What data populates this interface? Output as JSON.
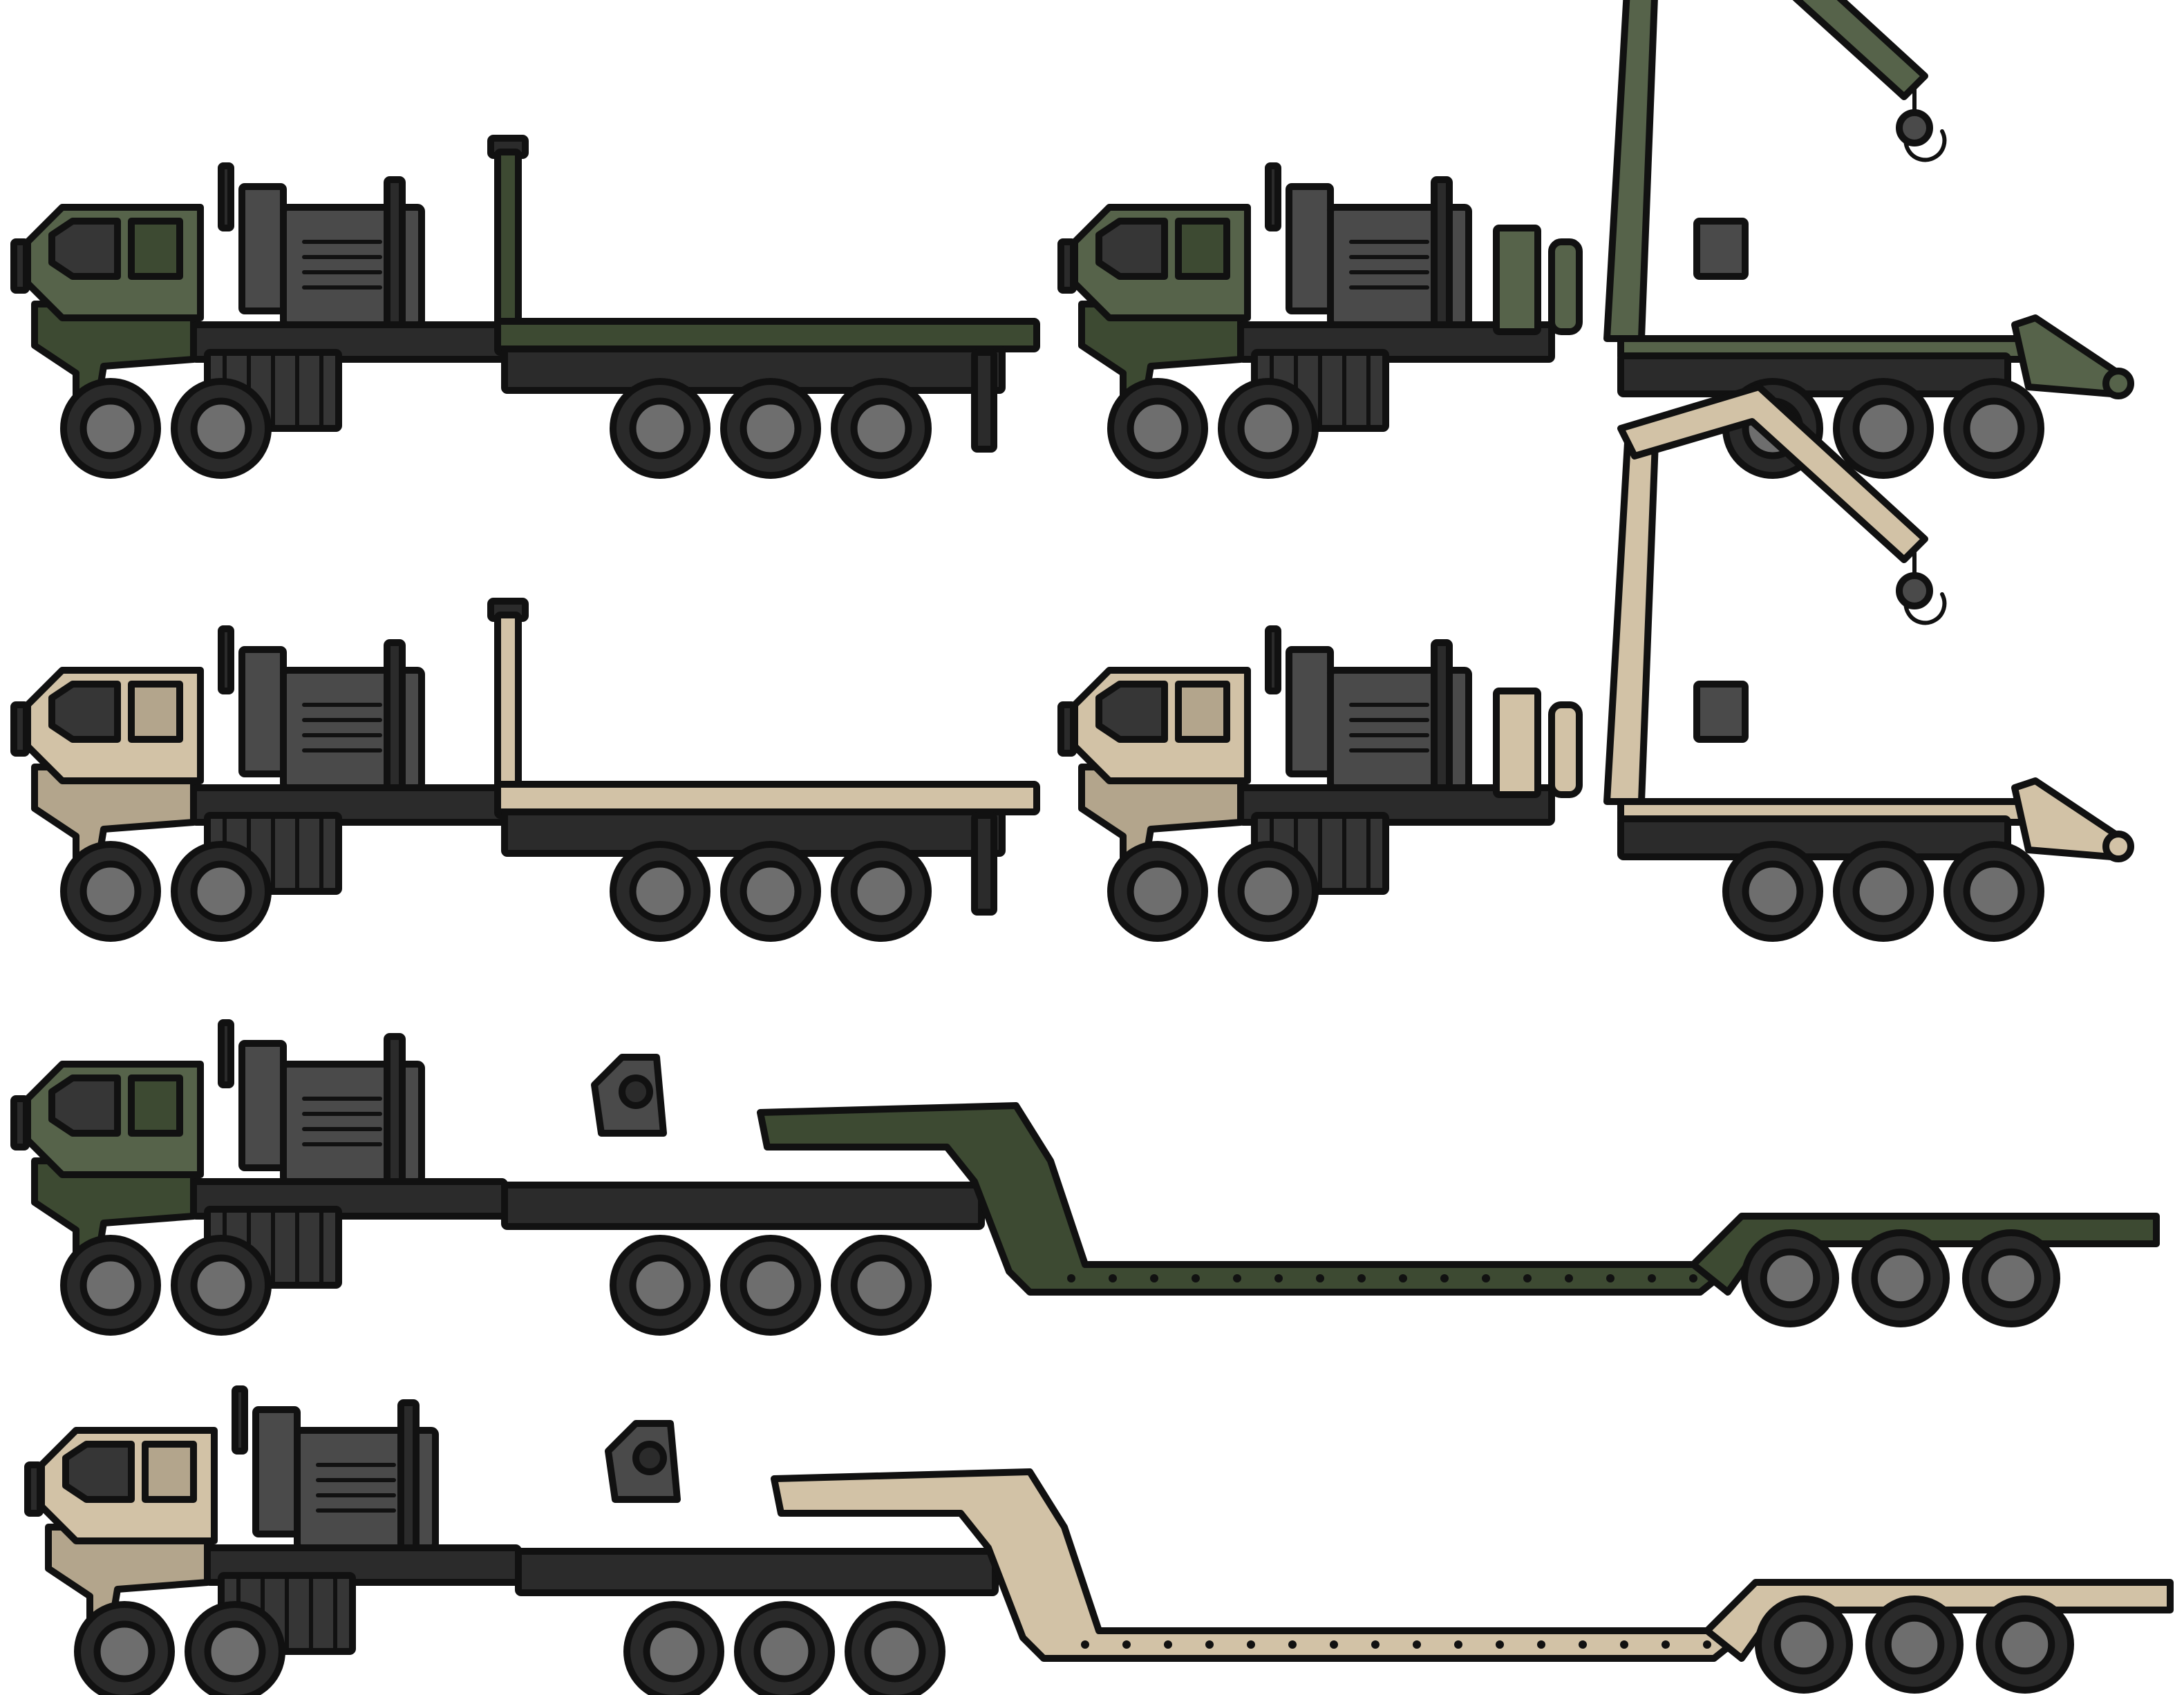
{
  "palette": {
    "green_dark": "#3d4a32",
    "green_mid": "#56634a",
    "green_light": "#6b7a58",
    "tan_dark": "#b3a58c",
    "tan_light": "#d2c2a6",
    "tan_mid": "#c4b297",
    "black_body": "#2b2b2b",
    "gray_engine": "#4a4a4a",
    "gray_dark": "#363636",
    "wheel_tire": "#2a2a2a",
    "wheel_hub": "#6e6e6e",
    "outline": "#111111"
  },
  "vehicles": [
    {
      "name": "flatrack-truck-green",
      "kind": "flatrack",
      "camo": "green"
    },
    {
      "name": "crane-truck-green",
      "kind": "crane",
      "camo": "green"
    },
    {
      "name": "flatrack-truck-tan",
      "kind": "flatrack",
      "camo": "tan"
    },
    {
      "name": "crane-truck-tan",
      "kind": "crane",
      "camo": "tan"
    },
    {
      "name": "lowboy-tractor-green",
      "kind": "lowboy",
      "camo": "green"
    },
    {
      "name": "lowboy-tractor-tan",
      "kind": "lowboy",
      "camo": "tan"
    }
  ]
}
